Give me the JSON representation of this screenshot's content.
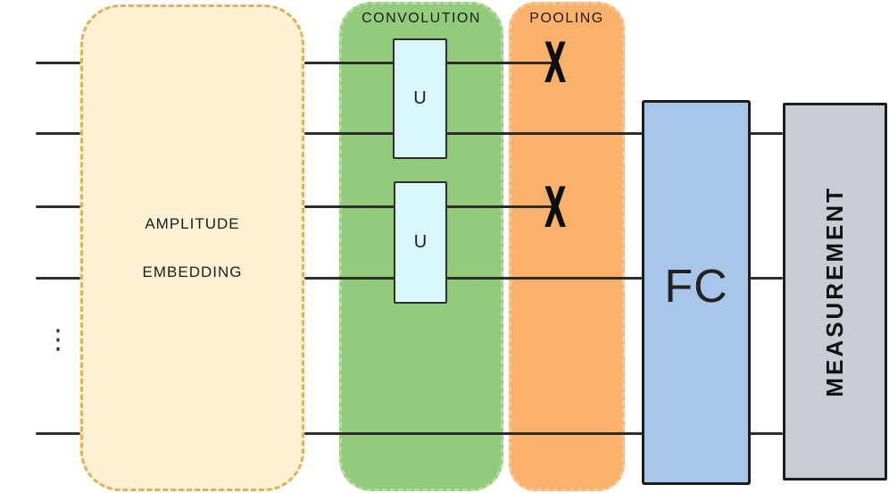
{
  "diagram": {
    "stages": {
      "embedding": {
        "label_line1": "AMPLITUDE",
        "label_line2": "EMBEDDING",
        "fill": "#fcf2d3",
        "border": "#ddb05e"
      },
      "convolution": {
        "label": "CONVOLUTION",
        "fill": "#92cb7c",
        "border": "#b4dc9e"
      },
      "pooling": {
        "label": "POOLING",
        "fill": "#f9b16c",
        "border": "#fac896"
      },
      "fully_connected": {
        "label": "FC",
        "fill": "#a8c6ea",
        "border": "#1c1c1c"
      },
      "measurement": {
        "label": "MEASUREMENT",
        "fill": "#c8cdd5",
        "border": "#1c1c1c"
      }
    },
    "gates": {
      "unitary_label": "U",
      "unitary_fill": "#d9f6f9",
      "unitary_count": 2
    },
    "pooling_marks": {
      "symbol": "X",
      "count": 2
    },
    "wires": {
      "count": 5,
      "color": "#2d2d2d",
      "ellipsis": "⋮"
    }
  }
}
